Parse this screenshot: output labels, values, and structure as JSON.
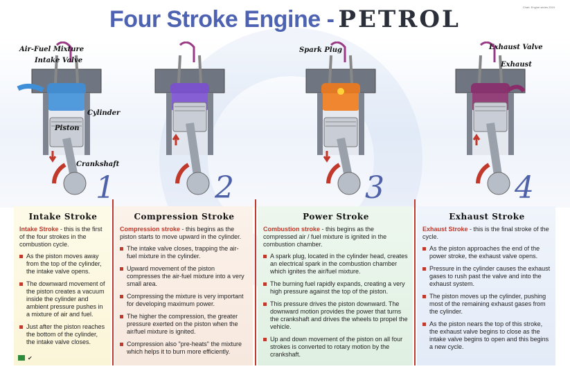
{
  "title": {
    "part1": "Four Stroke Engine -",
    "part2": "PETROL"
  },
  "fine_print": "Chart: Engine series 2019",
  "labels": {
    "air_fuel_mixture": "Air-Fuel Mixture",
    "intake_valve": "Intake Valve",
    "cylinder": "Cylinder",
    "piston": "Piston",
    "crankshaft": "Crankshaft",
    "spark_plug": "Spark Plug",
    "exhaust_valve": "Exhaust Valve",
    "exhaust": "Exhaust"
  },
  "strokes": [
    {
      "number": "1",
      "heading": "Intake Stroke",
      "intro_bold": "Intake Stroke",
      "intro_rest": " - this is the first of the four strokes in the combustion cycle.",
      "bullets": [
        "As the piston moves away from the top of the cylinder, the intake valve opens.",
        "The downward movement of the piston creates a vacuum inside the cylinder and ambient pressure pushes in a mixture of air and fuel.",
        "Just after the piston reaches the bottom of the cylinder, the intake valve closes."
      ],
      "chamber_color": "#3f8fd8"
    },
    {
      "number": "2",
      "heading": "Compression Stroke",
      "intro_bold": "Compression stroke",
      "intro_rest": " - this begins as the piston starts to move upward in the cylinder.",
      "bullets": [
        "The intake valve closes, trapping the air-fuel mixture in the cylinder.",
        "Upward movement of the piston compresses the air-fuel mixture into a very small area.",
        "Compressing the mixture is very important for developing maximum power.",
        "The higher the compression, the greater pressure exerted on the piston when the air/fuel mixture is ignited.",
        "Compression also \"pre-heats\" the mixture which helps it to burn more efficiently."
      ],
      "chamber_color": "#7b4fd0"
    },
    {
      "number": "3",
      "heading": "Power Stroke",
      "intro_bold": "Combustion stroke",
      "intro_rest": " - this begins as the compressed air / fuel mixture is ignited in the combustion chamber.",
      "bullets": [
        "A spark plug, located in the cylinder head, creates an electrical spark in the combustion chamber which ignites the air/fuel mixture.",
        "The burning fuel rapidly expands, creating a very high pressure against the top of the piston.",
        "This pressure drives the piston downward. The downward motion provides the power that turns the crankshaft and drives the wheels to propel the vehicle.",
        "Up and down movement of the piston on all four strokes is converted to rotary motion by the crankshaft."
      ],
      "chamber_color": "#f07a1a"
    },
    {
      "number": "4",
      "heading": "Exhaust Stroke",
      "intro_bold": "Exhaust Stroke",
      "intro_rest": " - this is the final stroke of the cycle.",
      "bullets": [
        "As the piston approaches the end of the power stroke, the exhaust valve opens.",
        "Pressure in the cylinder causes the exhaust gases to rush past the valve and into the exhaust system.",
        "The piston moves up the cylinder, pushing most of the remaining exhaust gases from the cylinder.",
        "As the piston nears the top of this stroke, the exhaust valve begins to close as the intake valve begins to open and this begins a new cycle."
      ],
      "chamber_color": "#8a2c6a"
    }
  ],
  "colors": {
    "accent_red": "#c0392b",
    "title_blue": "#4d62b1",
    "number_blue": "#4f62a8"
  }
}
